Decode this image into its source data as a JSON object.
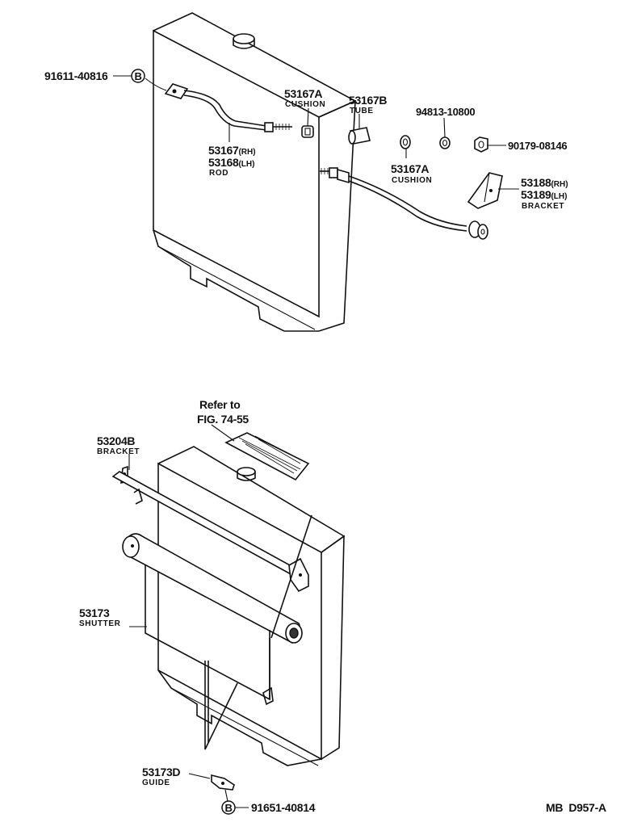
{
  "upper_assembly": {
    "labels": {
      "bolt_left": "91611-40816",
      "bolt_left_marker": "B",
      "cushion_a_top": "53167A",
      "cushion_a_top_desc": "CUSHION",
      "tube": "53167B",
      "tube_desc": "TUBE",
      "washer": "94813-10800",
      "nut": "90179-08146",
      "rod_rh": "53167",
      "rod_rh_suffix": "(RH)",
      "rod_lh": "53168",
      "rod_lh_suffix": "(LH)",
      "rod_desc": "ROD",
      "cushion_a_bottom": "53167A",
      "cushion_a_bottom_desc": "CUSHION",
      "bracket_rh": "53188",
      "bracket_rh_suffix": "(RH)",
      "bracket_lh": "53189",
      "bracket_lh_suffix": "(LH)",
      "bracket_desc": "BRACKET"
    }
  },
  "lower_assembly": {
    "labels": {
      "refer_line1": "Refer to",
      "refer_line2": "FIG. 74-55",
      "bracket": "53204B",
      "bracket_desc": "BRACKET",
      "shutter": "53173",
      "shutter_desc": "SHUTTER",
      "guide": "53173D",
      "guide_desc": "GUIDE",
      "bolt_bottom": "91651-40814",
      "bolt_bottom_marker": "B"
    }
  },
  "figure_code": "MB  D957-A"
}
